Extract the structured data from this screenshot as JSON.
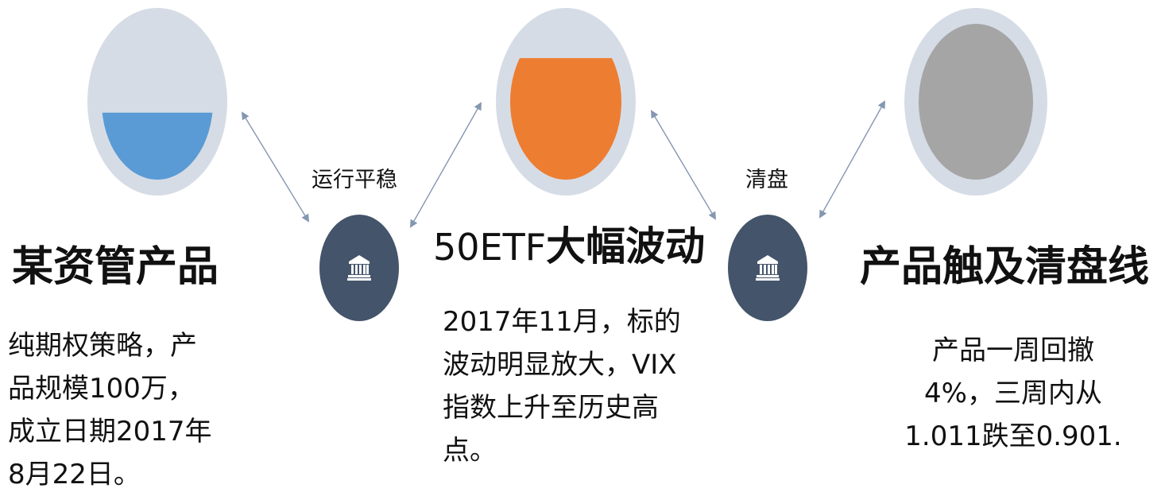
{
  "stages": [
    {
      "title": "某资管产品",
      "description_lines": [
        "纯期权策略，产",
        "品规模100万，",
        "成立日期2017年",
        "8月22日。"
      ],
      "fill_level": 0.43,
      "fill_color": "#5b9bd5"
    },
    {
      "title_prefix": "50ETF",
      "title_bold": "大幅波动",
      "description_lines": [
        "2017年11月，标的",
        "波动明显放大，VIX",
        "指数上升至历史高",
        "点。"
      ],
      "fill_level": 0.78,
      "fill_color": "#ed7d31"
    },
    {
      "title": "产品触及清盘线",
      "description_lines": [
        "产品一周回撤",
        "4%，三周内从",
        "1.011跌至0.901."
      ],
      "fill_level": 1.0,
      "fill_color": "#a5a5a5"
    }
  ],
  "transitions": [
    {
      "label": "运行平稳",
      "icon": "bank-icon"
    },
    {
      "label": "清盘",
      "icon": "bank-icon"
    }
  ],
  "colors": {
    "egg_shell": "#d6dce5",
    "node": "#44546a",
    "arrow": "#8497b0"
  }
}
